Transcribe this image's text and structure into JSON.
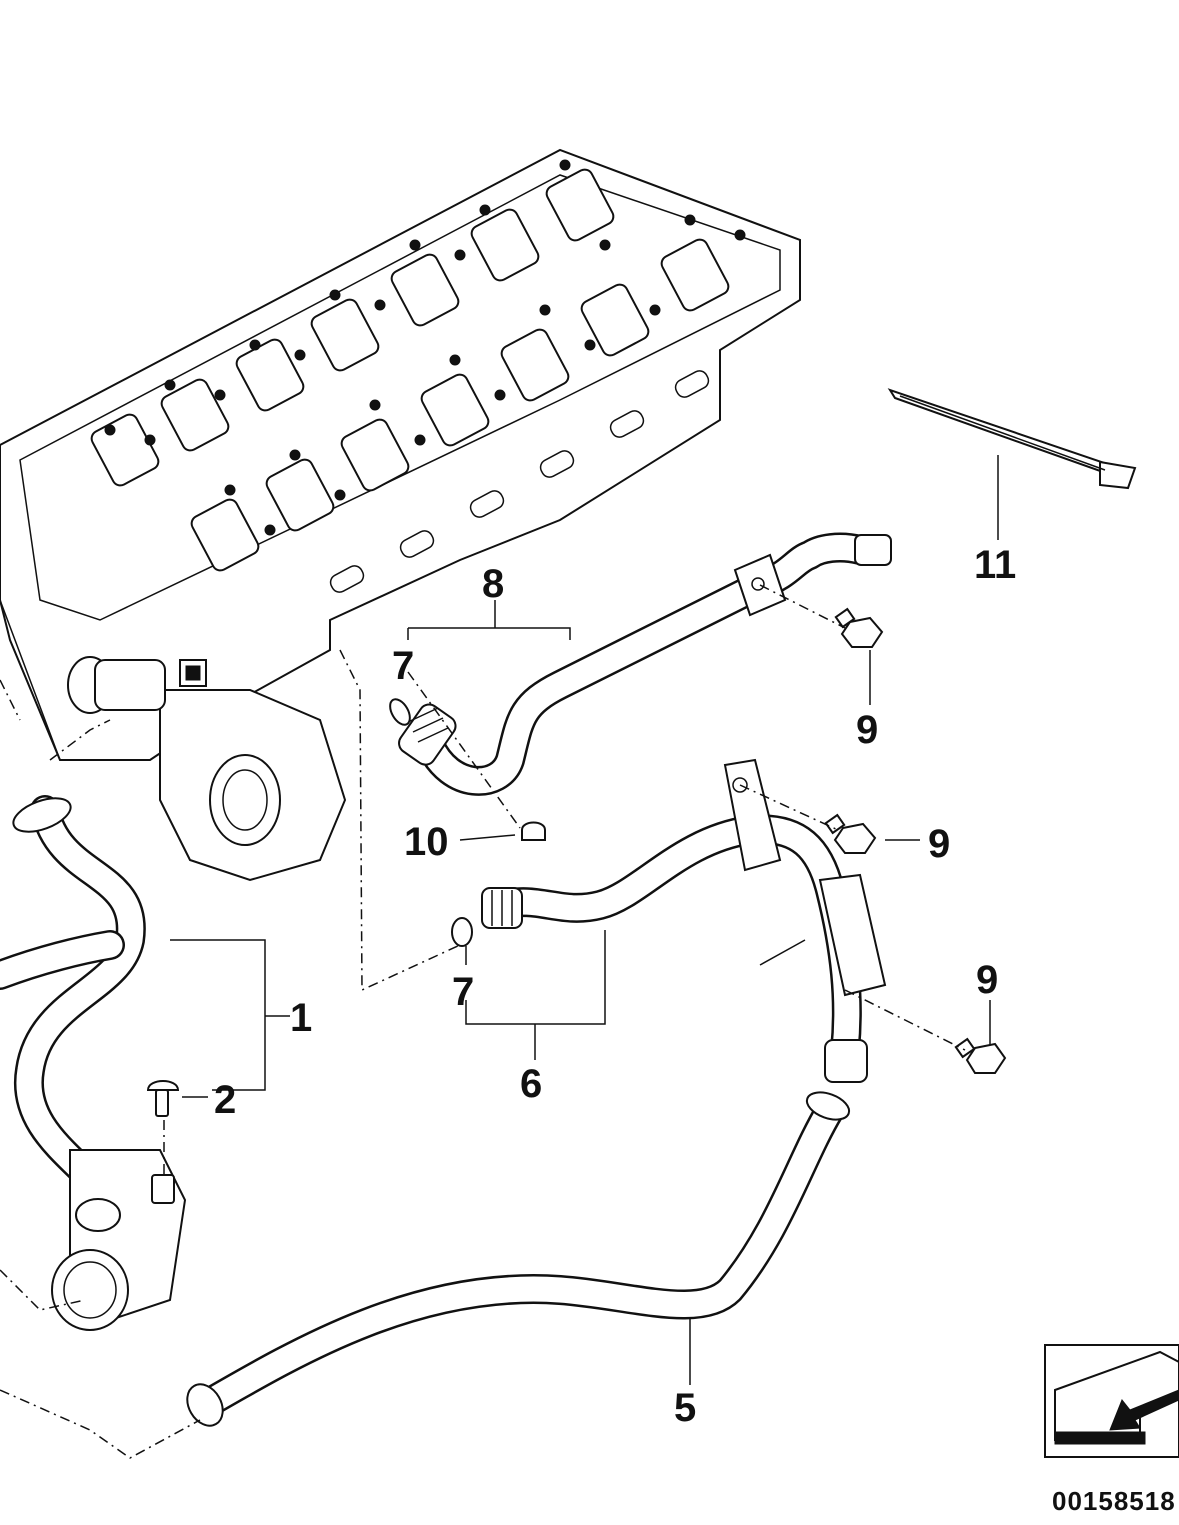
{
  "callouts": {
    "c1": "1",
    "c2": "2",
    "c5": "5",
    "c6": "6",
    "c7a": "7",
    "c7b": "7",
    "c8": "8",
    "c9a": "9",
    "c9b": "9",
    "c9c": "9",
    "c10": "10",
    "c11": "11"
  },
  "document_number": "00158518",
  "icons": {
    "orientation": "arrow-orientation-icon"
  }
}
